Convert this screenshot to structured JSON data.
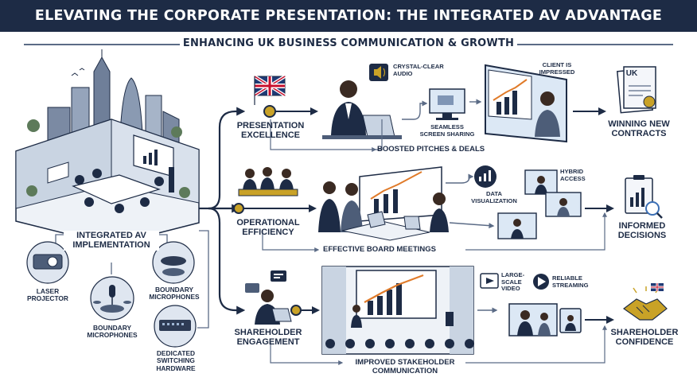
{
  "header": {
    "title": "ELEVATING THE CORPORATE PRESENTATION: THE INTEGRATED AV ADVANTAGE",
    "subtitle": "ENHANCING UK BUSINESS COMMUNICATION & GROWTH"
  },
  "left": {
    "hub_label_1": "INTEGRATED AV",
    "hub_label_2": "IMPLEMENTATION",
    "laser_1": "LASER",
    "laser_2": "PROJECTOR",
    "boundary_right_1": "BOUNDARY",
    "boundary_right_2": "MICROPHONES",
    "boundary_left_1": "BOUNDARY",
    "boundary_left_2": "MICROPHONES",
    "switching_1": "DEDICATED",
    "switching_2": "SWITCHING",
    "switching_3": "HARDWARE"
  },
  "row1": {
    "stage_1": "PRESENTATION",
    "stage_2": "EXCELLENCE",
    "audio_1": "CRYSTAL-CLEAR",
    "audio_2": "AUDIO",
    "sharing_1": "SEAMLESS",
    "sharing_2": "SCREEN SHARING",
    "client_1": "CLIENT IS",
    "client_2": "IMPRESSED",
    "result_1": "WINNING NEW",
    "result_2": "CONTRACTS",
    "benefit": "BOOSTED PITCHES & DEALS",
    "flag_text": "UK"
  },
  "row2": {
    "stage_1": "OPERATIONAL",
    "stage_2": "EFFICIENCY",
    "dataviz_1": "DATA",
    "dataviz_2": "VISUALIZATION",
    "hybrid_1": "HYBRID",
    "hybrid_2": "ACCESS",
    "result_1": "INFORMED",
    "result_2": "DECISIONS",
    "benefit": "EFFECTIVE BOARD MEETINGS"
  },
  "row3": {
    "stage_1": "SHAREHOLDER",
    "stage_2": "ENGAGEMENT",
    "video_1": "LARGE-",
    "video_2": "SCALE",
    "video_3": "VIDEO",
    "streaming_1": "RELIABLE",
    "streaming_2": "STREAMING",
    "result_1": "SHAREHOLDER",
    "result_2": "CONFIDENCE",
    "benefit_1": "IMPROVED STAKEHOLDER",
    "benefit_2": "COMMUNICATION"
  },
  "colors": {
    "navy": "#1d2b45",
    "steel": "#5b6b86",
    "gold": "#c9a227",
    "chart_orange": "#e07b2a",
    "screen_blue": "#dce8f5"
  }
}
